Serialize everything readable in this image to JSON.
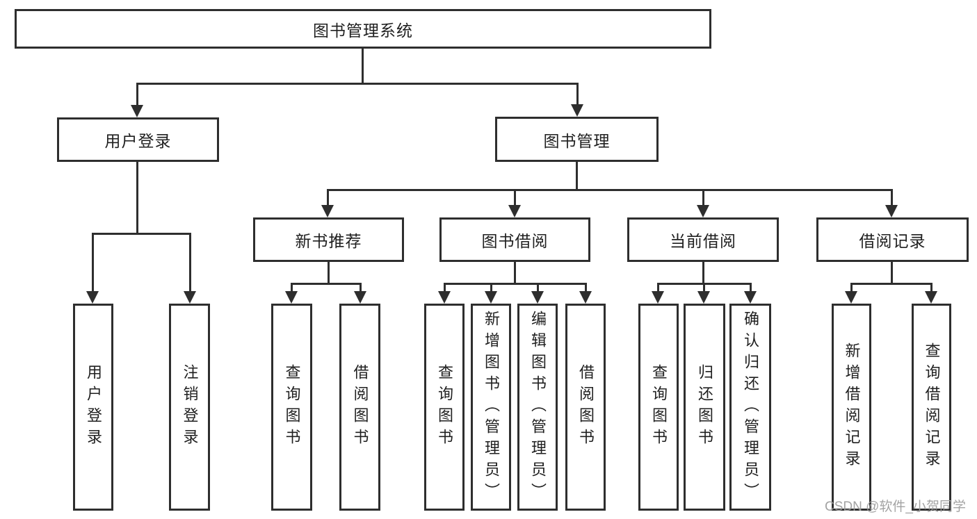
{
  "nodes": {
    "root": "图书管理系统",
    "l2": [
      "用户登录",
      "图书管理"
    ],
    "l3": [
      "新书推荐",
      "图书借阅",
      "当前借阅",
      "借阅记录"
    ],
    "leaves": {
      "g1": [
        "用户登录",
        "注销登录"
      ],
      "g2": [
        "查询图书",
        "借阅图书"
      ],
      "g3": [
        "查询图书",
        "新增图书（管理员）",
        "编辑图书（管理员）",
        "借阅图书"
      ],
      "g4": [
        "查询图书",
        "归还图书",
        "确认归还（管理员）"
      ],
      "g5": [
        "新增借阅记录",
        "查询借阅记录"
      ]
    }
  },
  "watermark": "CSDN @软件_小贺同学",
  "colors": {
    "line": "#2e2e2e",
    "text": "#1f1f1f",
    "background": "#ffffff",
    "watermark": "#9b9b9b"
  }
}
